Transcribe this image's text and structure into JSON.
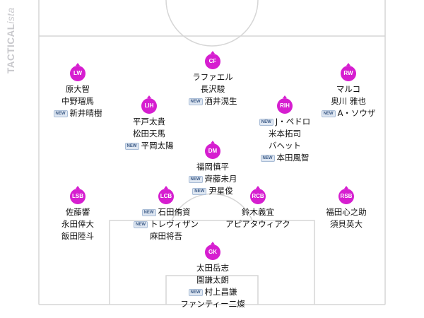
{
  "watermark": {
    "bold": "TACTICAL",
    "italic": "ista"
  },
  "new_badge": "NEW",
  "colors": {
    "marker": "#d61ed0",
    "pitch_lines": "#d6d6d6",
    "badge_bg": "#dfe7f2"
  },
  "positions": [
    {
      "id": "cf",
      "label": "CF",
      "players": [
        {
          "name": "ラファエル",
          "new": false
        },
        {
          "name": "長沢駿",
          "new": false
        },
        {
          "name": "酒井滉生",
          "new": true
        }
      ]
    },
    {
      "id": "lw",
      "label": "LW",
      "players": [
        {
          "name": "原大智",
          "new": false
        },
        {
          "name": "中野瑠馬",
          "new": false
        },
        {
          "name": "新井晴樹",
          "new": true
        }
      ]
    },
    {
      "id": "rw",
      "label": "RW",
      "players": [
        {
          "name": "マルコ",
          "new": false
        },
        {
          "name": "奥川 雅也",
          "new": false
        },
        {
          "name": "A・ソウザ",
          "new": true
        }
      ]
    },
    {
      "id": "lih",
      "label": "LIH",
      "players": [
        {
          "name": "平戸太貴",
          "new": false
        },
        {
          "name": "松田天馬",
          "new": false
        },
        {
          "name": "平岡太陽",
          "new": true
        }
      ]
    },
    {
      "id": "rih",
      "label": "RIH",
      "players": [
        {
          "name": "J・ペドロ",
          "new": true
        },
        {
          "name": "米本拓司",
          "new": false
        },
        {
          "name": "バヘット",
          "new": false
        },
        {
          "name": "本田風智",
          "new": true
        }
      ]
    },
    {
      "id": "dm",
      "label": "DM",
      "players": [
        {
          "name": "福岡慎平",
          "new": false
        },
        {
          "name": "齊藤未月",
          "new": true
        },
        {
          "name": "尹星俊",
          "new": true
        }
      ]
    },
    {
      "id": "lsb",
      "label": "LSB",
      "players": [
        {
          "name": "佐藤響",
          "new": false
        },
        {
          "name": "永田倖大",
          "new": false
        },
        {
          "name": "飯田陸斗",
          "new": false
        }
      ]
    },
    {
      "id": "lcb",
      "label": "LCB",
      "players": [
        {
          "name": "石田侑資",
          "new": true
        },
        {
          "name": "トレヴィザン",
          "new": true
        },
        {
          "name": "麻田将吾",
          "new": false
        }
      ]
    },
    {
      "id": "rcb",
      "label": "RCB",
      "players": [
        {
          "name": "鈴木義宜",
          "new": false
        },
        {
          "name": "アピアタウィアク",
          "new": false
        }
      ]
    },
    {
      "id": "rsb",
      "label": "RSB",
      "players": [
        {
          "name": "福田心之助",
          "new": false
        },
        {
          "name": "須貝英大",
          "new": false
        }
      ]
    },
    {
      "id": "gk",
      "label": "GK",
      "players": [
        {
          "name": "太田岳志",
          "new": false
        },
        {
          "name": "圍謙太朗",
          "new": false
        },
        {
          "name": "村上昌謙",
          "new": true
        },
        {
          "name": "ファンティー二燦",
          "new": false
        }
      ]
    }
  ]
}
